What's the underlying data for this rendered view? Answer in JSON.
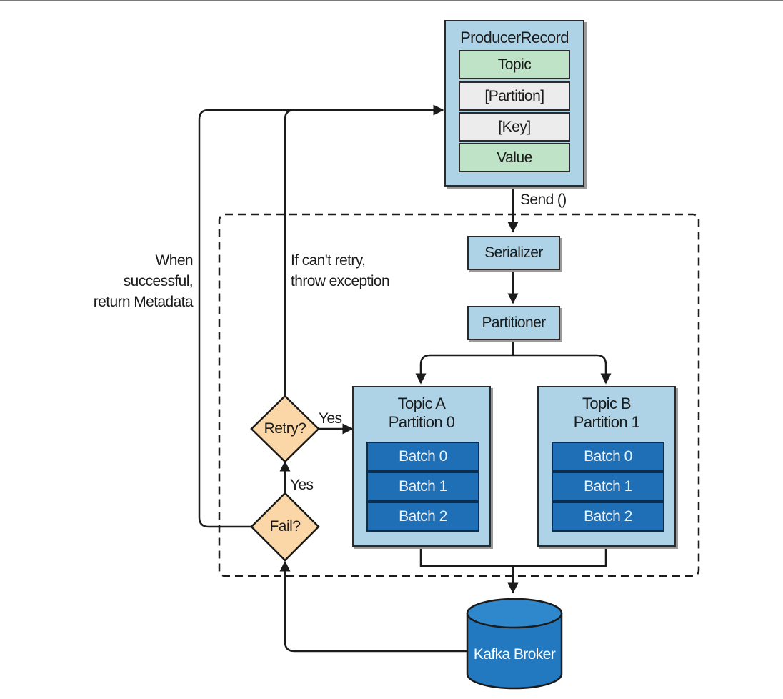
{
  "producer_record": {
    "title": "ProducerRecord",
    "fields": [
      "Topic",
      "[Partition]",
      "[Key]",
      "Value"
    ]
  },
  "labels": {
    "send": "Send ()",
    "success_line1": "When successful,",
    "success_line2": "return Metadata",
    "cant_retry_line1": "If can't retry,",
    "cant_retry_line2": "throw exception",
    "yes_retry": "Yes",
    "yes_fail": "Yes"
  },
  "components": {
    "serializer": "Serializer",
    "partitioner": "Partitioner"
  },
  "partitions": [
    {
      "topic": "Topic A",
      "partition": "Partition 0",
      "batches": [
        "Batch 0",
        "Batch 1",
        "Batch 2"
      ]
    },
    {
      "topic": "Topic B",
      "partition": "Partition 1",
      "batches": [
        "Batch 0",
        "Batch 1",
        "Batch 2"
      ]
    }
  ],
  "decisions": {
    "retry": "Retry?",
    "fail": "Fail?"
  },
  "broker": "Kafka Broker",
  "colors": {
    "box_fill": "#aed3e7",
    "topic_value_fill": "#bfe3c6",
    "optional_field_fill": "#ececec",
    "batch_fill": "#1f6fb7",
    "decision_fill": "#fbd6a6",
    "broker_fill": "#2379bf"
  }
}
